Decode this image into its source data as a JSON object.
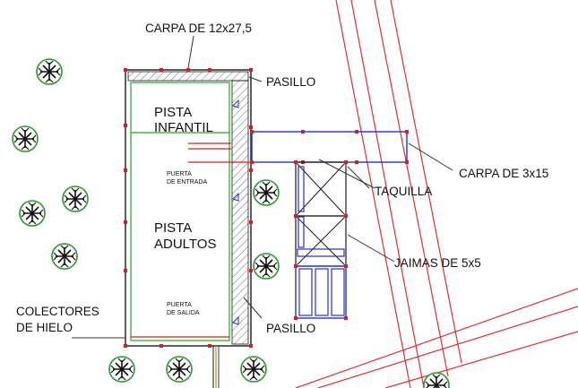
{
  "labels": {
    "carpa_main": "CARPA DE 12x27,5",
    "pasillo_top": "PASILLO",
    "pista_infantil_1": "PISTA",
    "pista_infantil_2": "INFANTIL",
    "puerta_entrada_1": "PUERTA",
    "puerta_entrada_2": "DE ENTRADA",
    "pista_adultos_1": "PISTA",
    "pista_adultos_2": "ADULTOS",
    "puerta_salida_1": "PUERTA",
    "puerta_salida_2": "DE SALIDA",
    "colectores_1": "COLECTORES",
    "colectores_2": "DE HIELO",
    "pasillo_bottom": "PASILLO",
    "carpa_small": "CARPA DE 3x15",
    "taquilla": "TAQUILLA",
    "jaimas": "JAIMAS DE 5x5"
  },
  "colors": {
    "road": "#e03030",
    "outline": "#1a1a1a",
    "green": "#22aa22",
    "blue": "#2233cc",
    "red": "#d42020",
    "tree": "#2a9a2a"
  },
  "icons": [
    "tree-icon"
  ]
}
